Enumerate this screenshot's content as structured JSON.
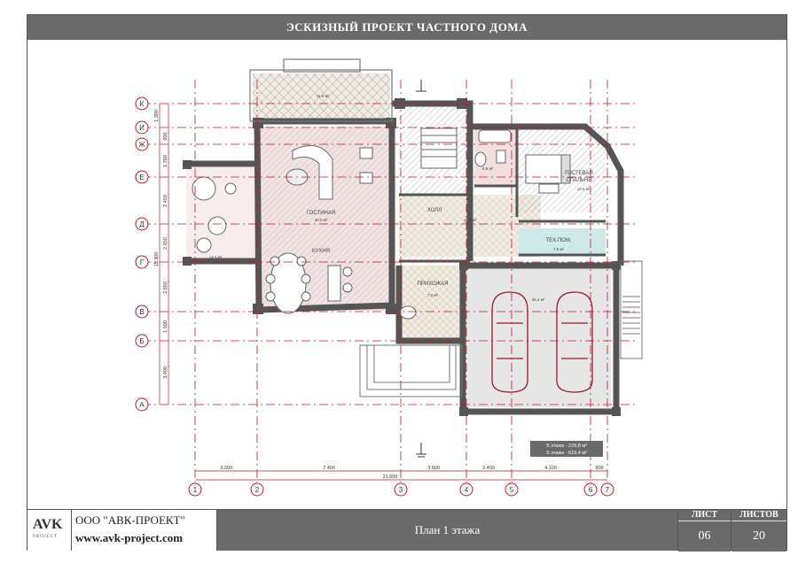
{
  "header": {
    "title": "ЭСКИЗНЫЙ ПРОЕКТ ЧАСТНОГО ДОМА"
  },
  "plan": {
    "row_axes": [
      "К",
      "И",
      "Ж",
      "Е",
      "Д",
      "Г",
      "В",
      "Б",
      "А"
    ],
    "row_dims": [
      "1.300",
      "900",
      "1.700",
      "2.450",
      "2.650",
      "2.650",
      "1.500",
      "3.400"
    ],
    "row_total": "15.300",
    "col_axes": [
      "1",
      "2",
      "3",
      "4",
      "5",
      "6",
      "7"
    ],
    "col_dims": [
      "3.300",
      "7.400",
      "3.500",
      "2.400",
      "4.100",
      "900"
    ],
    "col_total": "21.600",
    "rooms": {
      "living": "ГОСТИНАЯ",
      "living_area": "40.0 м²",
      "kitchen": "КУХНЯ",
      "hall": "ХОЛЛ",
      "guest_bedroom_1": "ГОСТЕВАЯ",
      "guest_bedroom_2": "СПАЛЬНЯ",
      "guest_area": "13.6 м²",
      "tech": "ТЕХ.ПОМ.",
      "tech_area": "7.0 м²",
      "entrance": "ПРИХОЖАЯ",
      "entrance_area": "7.0 м²",
      "garage_area": "36.4 м²",
      "terrace_area": "11.9 м²",
      "porch_area": "14.5 м²",
      "bath_area": "5.9 м²",
      "hall_area": "10.0 м²"
    },
    "area_floor1": "S этажа - 229,8 м²",
    "area_total": "S этажа - 619,4 м²"
  },
  "footer": {
    "logo": "AVK",
    "logo_sub": "PROJECT",
    "company": "ООО \"АВК-ПРОЕКТ\"",
    "website": "www.avk-project.com",
    "caption": "План 1 этажа",
    "sheet_label": "ЛИСТ",
    "sheet_value": "06",
    "sheets_label": "ЛИСТОВ",
    "sheets_value": "20"
  },
  "colors": {
    "axis": "#c0162a",
    "wall": "#555555",
    "hatch": "#b8b8b8",
    "tech_fill": "#cfe8ea",
    "bath_fill": "#f3dede",
    "living_fill": "#f2dede"
  }
}
